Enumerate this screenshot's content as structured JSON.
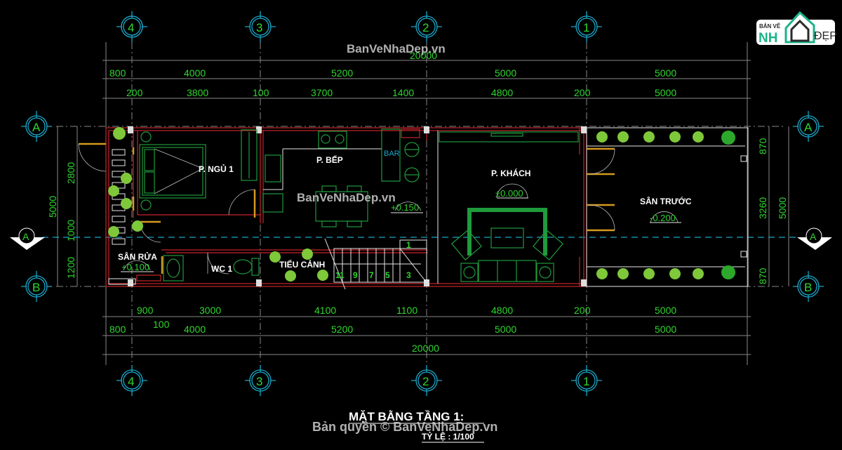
{
  "watermarks": {
    "top": "BanVeNhaDep.vn",
    "middle": "BanVeNhaDep.vn",
    "copyright": "Bản quyền © BanVeNhaDep.vn"
  },
  "logo": {
    "small": "BẢN VẼ",
    "nh": "NH",
    "dep": "ĐẸP"
  },
  "axes": {
    "vertical": [
      "4",
      "3",
      "2",
      "1"
    ],
    "horizontal": [
      "A",
      "B"
    ],
    "section_mark": "A"
  },
  "dimensions": {
    "top_total": "20000",
    "top_row1": [
      "800",
      "4000",
      "5200",
      "5000",
      "5000"
    ],
    "top_row2": [
      "200",
      "3800",
      "100",
      "3700",
      "1400",
      "4800",
      "200",
      "5000"
    ],
    "bottom_row1": [
      "900",
      "3000",
      "4100",
      "1100",
      "4800",
      "200",
      "5000"
    ],
    "bottom_extra": "100",
    "bottom_row2": [
      "800",
      "4000",
      "5200",
      "5000",
      "5000"
    ],
    "bottom_total": "20000",
    "left_segments": [
      "2800",
      "1000",
      "1200"
    ],
    "left_total": "5000",
    "right_segments": [
      "870",
      "3260",
      "870"
    ],
    "right_total": "5000"
  },
  "rooms": {
    "bedroom": "P. NGỦ 1",
    "kitchen": "P. BẾP",
    "bar": "BAR",
    "living": "P. KHÁCH",
    "front_yard": "SÂN TRƯỚC",
    "wash": "SÂN RỬA",
    "wc": "WC 1",
    "garden": "TIỂU CẢNH"
  },
  "levels": {
    "living": "±0.000",
    "kitchen": "+0.150",
    "front_yard": "-0.200",
    "wash": "+0.100"
  },
  "stairs": [
    "1",
    "3",
    "5",
    "7",
    "9",
    "11"
  ],
  "title": {
    "main": "MẶT BẰNG TẦNG 1:",
    "scale": "TỶ LỆ : 1/100"
  }
}
